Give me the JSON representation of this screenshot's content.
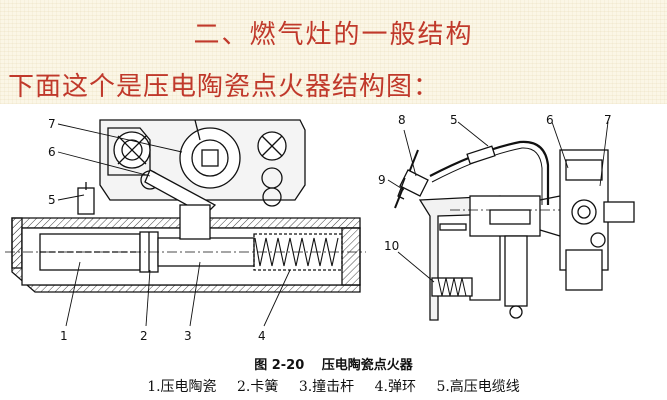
{
  "slide": {
    "title": "二、燃气灶的一般结构",
    "subtitle": "下面这个是压电陶瓷点火器结构图："
  },
  "figure": {
    "caption": "图 2-20　 压电陶瓷点火器",
    "legend": [
      "1.压电陶瓷",
      "2.卡簧",
      "3.撞击杆",
      "4.弹环",
      "5.高压电缆线"
    ],
    "left_labels": [
      "7",
      "6",
      "5",
      "1",
      "2",
      "3",
      "4"
    ],
    "right_labels": [
      "8",
      "5",
      "6",
      "7",
      "9",
      "10"
    ]
  }
}
